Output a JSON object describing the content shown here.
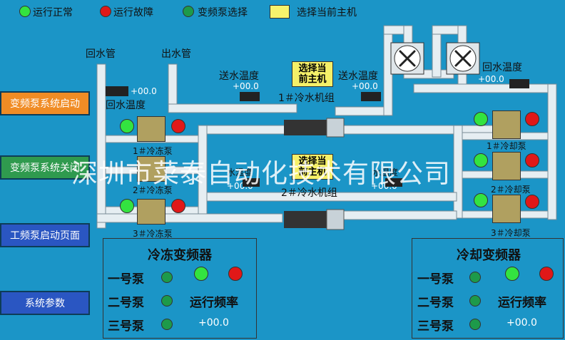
{
  "legend": {
    "running": "运行正常",
    "fault": "运行故障",
    "vfd_select": "变频泵选择",
    "select_host": "选择当前主机",
    "colors": {
      "running": "#33e340",
      "fault": "#e01818",
      "vfd": "#1d9a4a",
      "host": "#f6f36c"
    }
  },
  "sidebar": {
    "vfd_start": "变频泵系统启动",
    "vfd_stop": "变频泵系统关闭",
    "freq_start_page": "工频泵启动页面",
    "sys_params": "系统参数"
  },
  "pipes": {
    "return_pipe": "回水管",
    "outlet_pipe": "出水管"
  },
  "sensors": {
    "return_temp_left_label": "回水温度",
    "return_temp_left_value": "+00.0",
    "supply_temp_1_label": "送水温度",
    "supply_temp_1_value": "+00.0",
    "supply_temp_2_label": "送水温度",
    "supply_temp_2_value": "+00.0",
    "return_temp_right_label": "回水温度",
    "return_temp_right_value": "+00.0",
    "chiller2_left_value": "+00.0",
    "chiller2_right_value": "+00.0",
    "chiller2_left_label": "水温度",
    "chiller2_right_label": "水温度"
  },
  "chillers": {
    "select_label": "选择当\n前主机",
    "chiller1": "1＃冷水机组",
    "chiller2": "2＃冷水机组"
  },
  "pumps": {
    "freeze1": "1＃冷冻泵",
    "freeze2": "2＃冷冻泵",
    "freeze3": "3＃冷冻泵",
    "cool1": "1＃冷却泵",
    "cool2": "2＃冷却泵",
    "cool3": "3＃冷却泵"
  },
  "freeze_panel": {
    "title": "冷冻变频器",
    "pump1": "一号泵",
    "pump2": "二号泵",
    "pump3": "三号泵",
    "freq_label": "运行频率",
    "freq_value": "+00.0"
  },
  "cool_panel": {
    "title": "冷却变频器",
    "pump1": "一号泵",
    "pump2": "二号泵",
    "pump3": "三号泵",
    "freq_label": "运行频率",
    "freq_value": "+00.0"
  },
  "watermark": "深圳市菜泰自动化技术有限公司"
}
